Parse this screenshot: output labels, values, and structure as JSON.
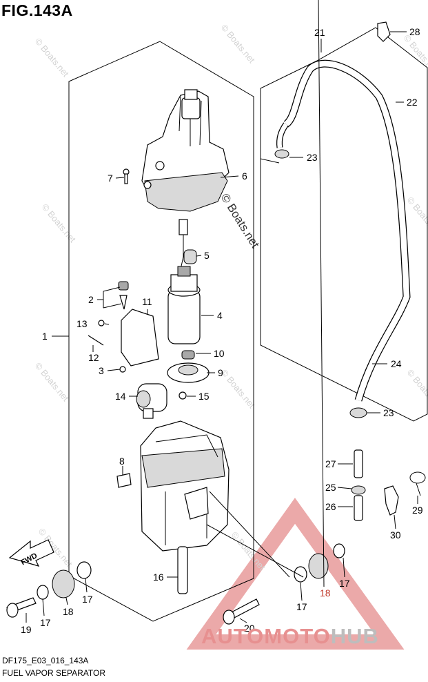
{
  "figure": {
    "title": "FIG.143A",
    "code": "DF175_E03_016_143A",
    "name": "FUEL VAPOR SEPARATOR"
  },
  "watermark": {
    "main": "© Boats.net",
    "tile": "© Boats.net"
  },
  "logo": {
    "part1": "AUTOMOTO",
    "part2": "HUB"
  },
  "direction": {
    "label": "FWD"
  },
  "callouts": [
    "1",
    "2",
    "3",
    "4",
    "5",
    "6",
    "7",
    "8",
    "9",
    "10",
    "11",
    "12",
    "13",
    "14",
    "15",
    "16",
    "17",
    "17",
    "17",
    "18",
    "18",
    "19",
    "20",
    "21",
    "22",
    "23",
    "23",
    "24",
    "25",
    "26",
    "27",
    "28",
    "29",
    "30"
  ]
}
